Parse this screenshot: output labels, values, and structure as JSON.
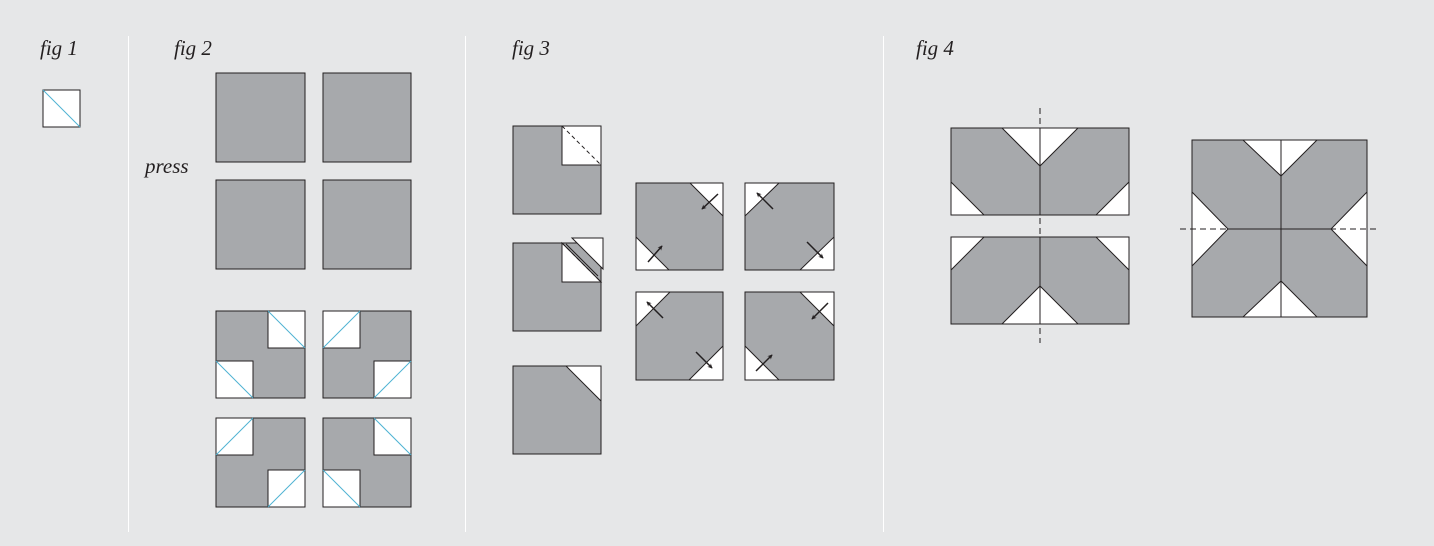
{
  "figures": [
    {
      "id": "fig1",
      "label": "fig 1"
    },
    {
      "id": "fig2",
      "label": "fig 2",
      "annotation": "press"
    },
    {
      "id": "fig3",
      "label": "fig 3"
    },
    {
      "id": "fig4",
      "label": "fig 4"
    }
  ],
  "colors": {
    "background": "#e6e7e8",
    "fabric_gray": "#a7a9ac",
    "fabric_white": "#ffffff",
    "outline": "#231f20",
    "stitch_line": "#4fb3d3"
  }
}
